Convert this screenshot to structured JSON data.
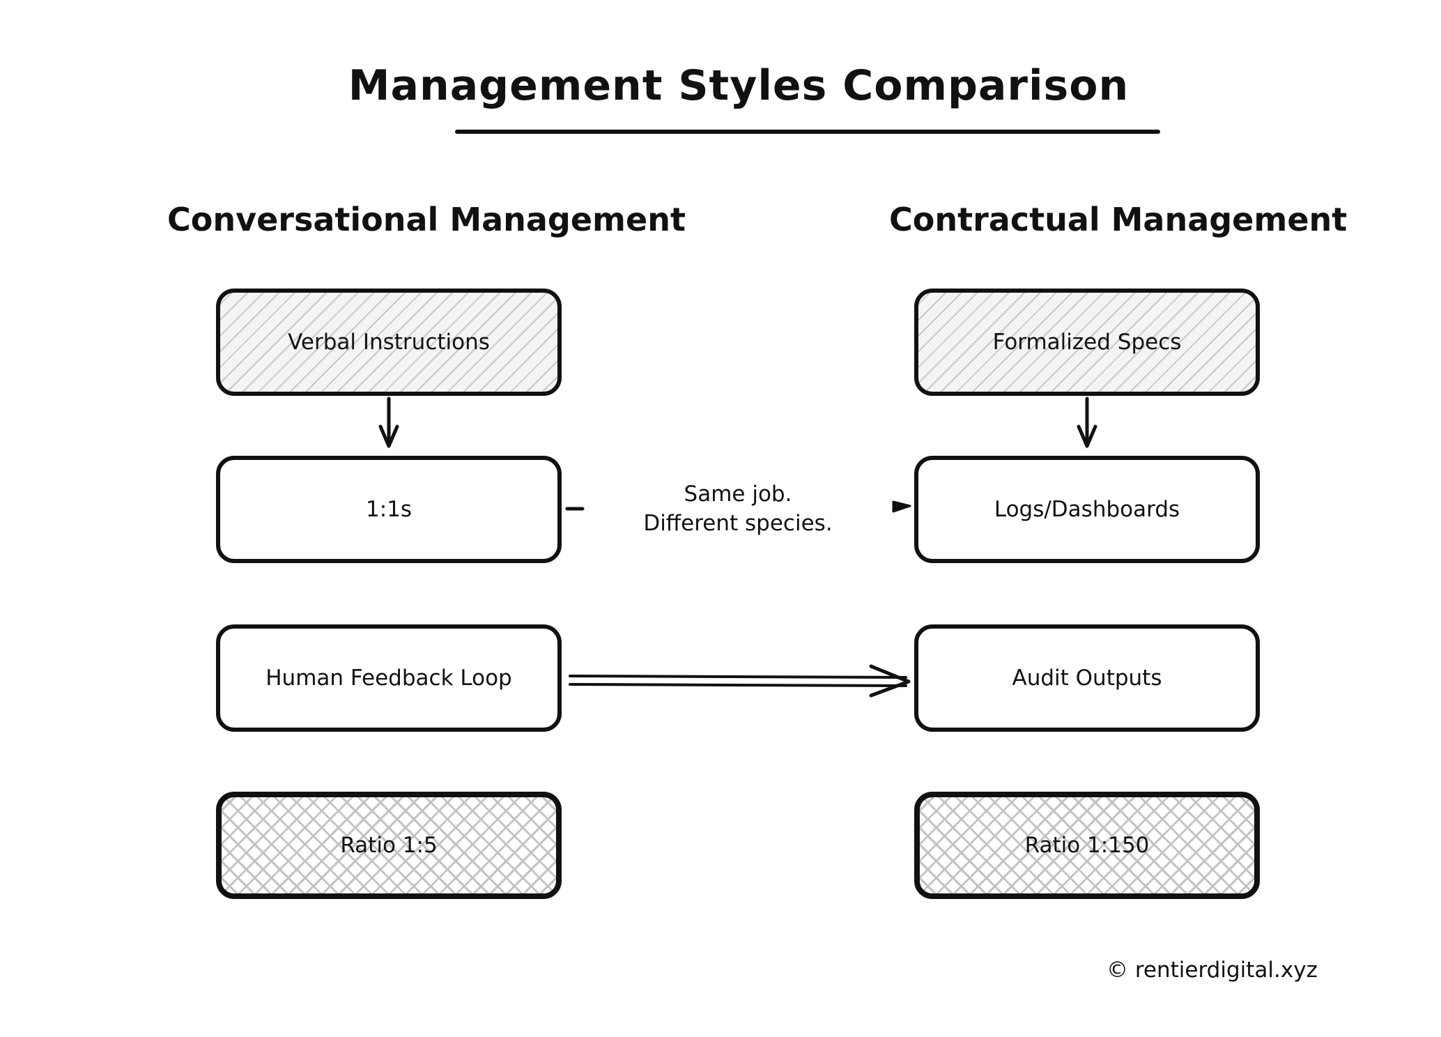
{
  "title": "Management Styles Comparison",
  "columns": {
    "left": {
      "heading": "Conversational Management",
      "nodes": [
        "Verbal Instructions",
        "1:1s",
        "Human Feedback Loop",
        "Ratio 1:5"
      ]
    },
    "right": {
      "heading": "Contractual Management",
      "nodes": [
        "Formalized Specs",
        "Logs/Dashboards",
        "Audit Outputs",
        "Ratio 1:150"
      ]
    }
  },
  "center_note": {
    "line1": "Same job.",
    "line2": "Different species."
  },
  "footer": {
    "copyright": "© rentierdigital.xyz"
  }
}
